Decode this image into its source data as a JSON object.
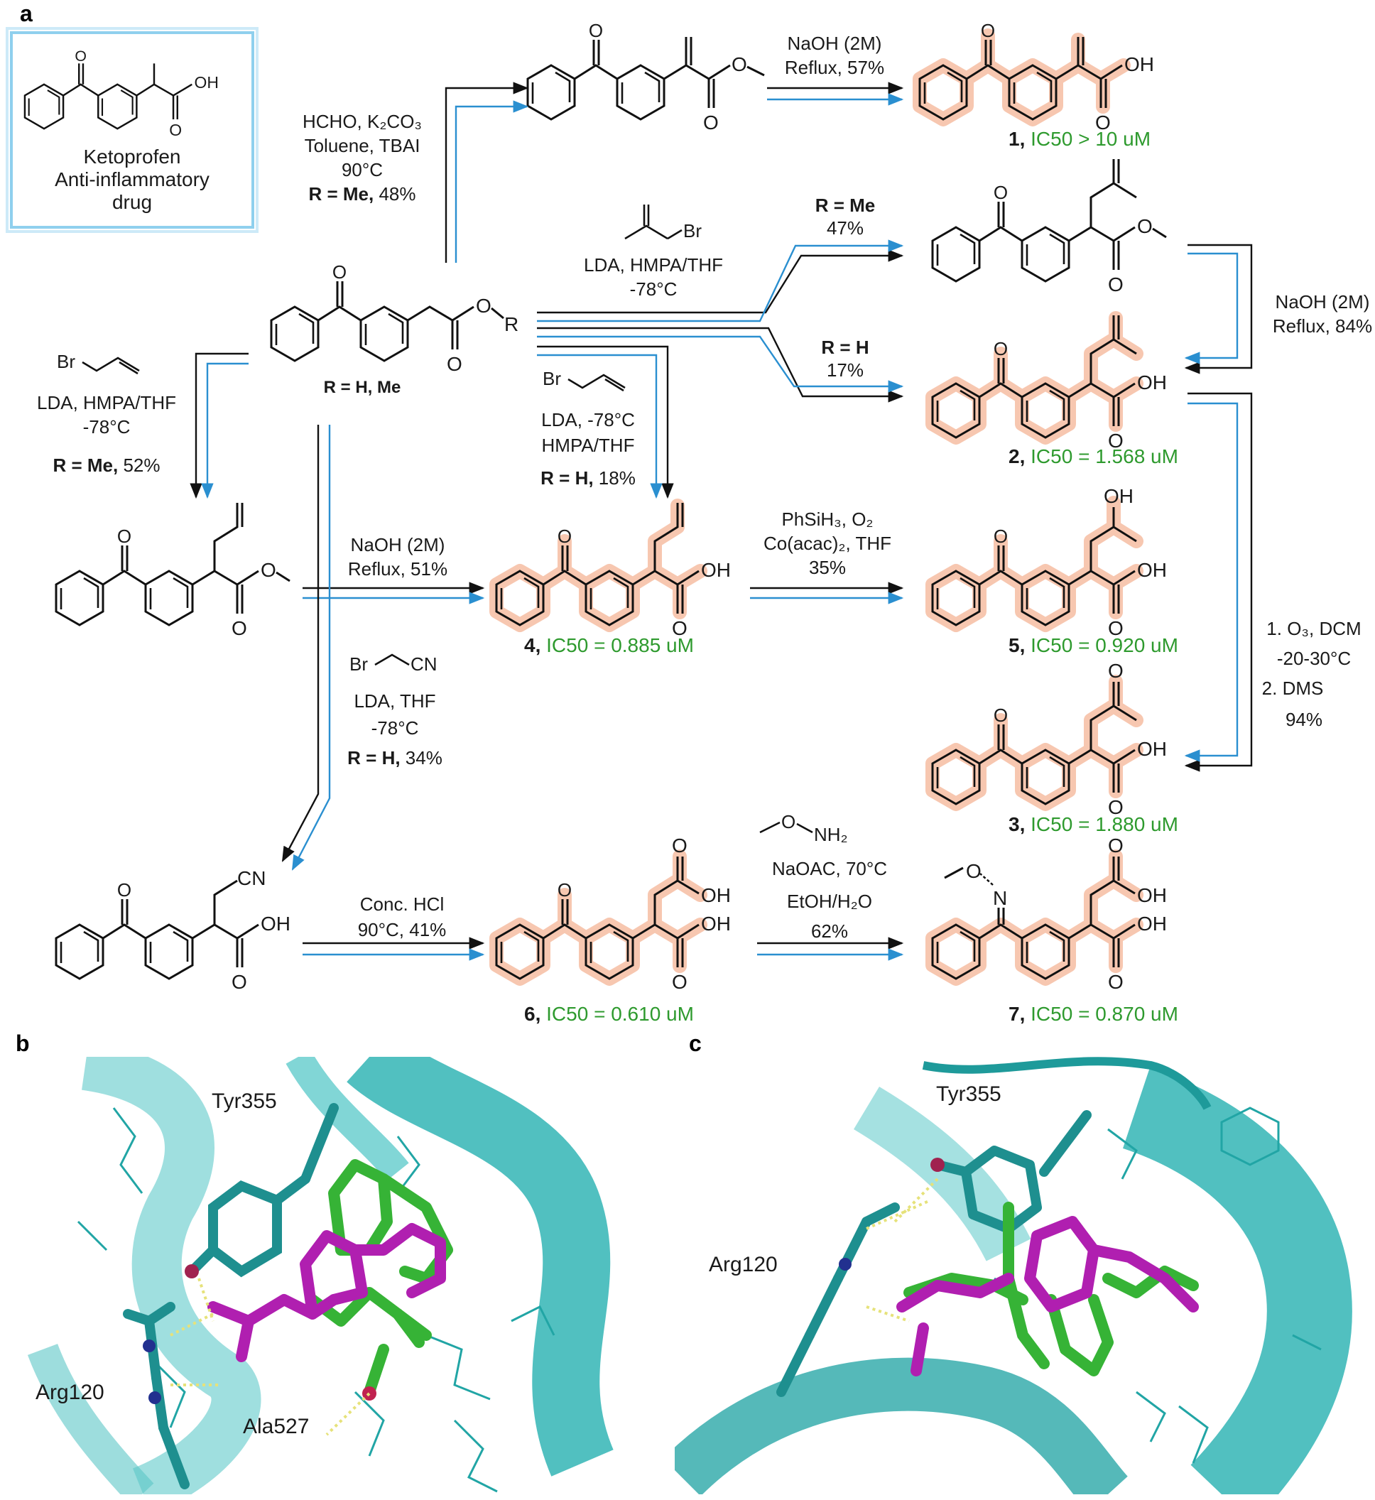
{
  "panels": {
    "a": "a",
    "b": "b",
    "c": "c"
  },
  "ketoprofen": {
    "oh": "OH",
    "o": "O",
    "line1": "Ketoprofen",
    "line2": "Anti-inflammatory",
    "line3": "drug"
  },
  "start": {
    "label": "R = H, Me",
    "o": "O",
    "r": "R"
  },
  "atoms": {
    "o": "O",
    "oh": "OH",
    "cn": "CN",
    "n": "N",
    "br": "Br"
  },
  "reactions": {
    "r1": {
      "l1": "HCHO, K₂CO₃",
      "l2": "Toluene,  TBAI",
      "l3": "90°C",
      "l4b": "R = Me,",
      "l4": " 48%"
    },
    "r2": {
      "l1": "NaOH (2M)",
      "l2": "Reflux, 57%"
    },
    "r3": {
      "l2": "LDA, HMPA/THF",
      "l3": "-78°C"
    },
    "r3a": {
      "l1": "R = Me",
      "l2": "47%"
    },
    "r3b": {
      "l1": "R = H",
      "l2": "17%"
    },
    "r4": {
      "l1": "NaOH (2M)",
      "l2": "Reflux, 84%"
    },
    "r5": {
      "l2": "LDA, HMPA/THF",
      "l3": "-78°C",
      "l4b": "R = Me,",
      "l4": " 52%"
    },
    "r6": {
      "l2": "LDA, -78°C",
      "l3": "HMPA/THF",
      "l4b": "R = H,",
      "l4": " 18%"
    },
    "r7": {
      "l1": "NaOH (2M)",
      "l2": "Reflux, 51%"
    },
    "r8": {
      "l1": "PhSiH₃, O₂",
      "l2": "Co(acac)₂, THF",
      "l3": "35%"
    },
    "r9": {
      "l1": "1. O₃, DCM",
      "l2": "-20-30°C",
      "l3": "2. DMS",
      "l4": "94%"
    },
    "r10": {
      "l2": "LDA, THF",
      "l3": "-78°C",
      "l4b": "R = H,",
      "l4": " 34%"
    },
    "r11": {
      "l1": "Conc. HCl",
      "l2": "90°C, 41%"
    },
    "r12": {
      "nh2": "NH₂",
      "l2": "NaOAC, 70°C",
      "l3": "EtOH/H₂O",
      "l4": "62%"
    }
  },
  "compounds": [
    {
      "num": "1,",
      "ic50": " IC50 > 10 uM"
    },
    {
      "num": "2,",
      "ic50": " IC50 = 1.568 uM"
    },
    {
      "num": "3,",
      "ic50": " IC50 = 1.880 uM"
    },
    {
      "num": "4,",
      "ic50": " IC50 = 0.885 uM"
    },
    {
      "num": "5,",
      "ic50": " IC50 = 0.920 uM"
    },
    {
      "num": "6,",
      "ic50": " IC50 = 0.610 uM"
    },
    {
      "num": "7,",
      "ic50": " IC50 = 0.870 uM"
    }
  ],
  "docking": {
    "b": {
      "tyr": "Tyr355",
      "arg": "Arg120",
      "ala": "Ala527"
    },
    "c": {
      "tyr": "Tyr355",
      "arg": "Arg120"
    }
  },
  "colors": {
    "arrow_black": "#111111",
    "arrow_blue": "#2a8fd0",
    "highlight": "#f7c7b0",
    "ic50_green": "#2e9a2e",
    "protein": "#2fb3b3",
    "ligand_magenta": "#b01fb0",
    "ligand_green": "#36b336",
    "box_border": "#8fd0ee"
  }
}
